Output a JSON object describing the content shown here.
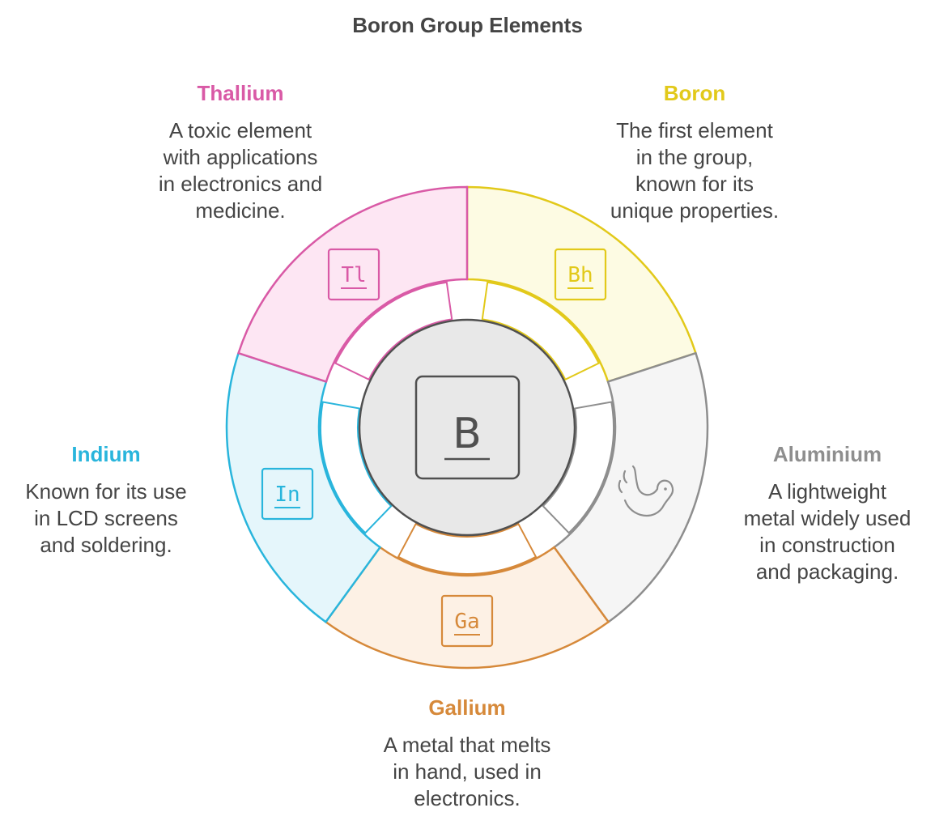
{
  "title": "Boron Group Elements",
  "center": {
    "symbol": "B",
    "color": "#505050"
  },
  "segments": [
    {
      "key": "boron",
      "title": "Boron",
      "description_lines": [
        "The first element",
        "in the group,",
        "known for its",
        "unique properties."
      ],
      "symbol": "Bh",
      "color": "#e2c91a",
      "fill": "#fdfbe3",
      "icon": "element-symbol-icon"
    },
    {
      "key": "aluminium",
      "title": "Aluminium",
      "description_lines": [
        "A lightweight",
        "metal widely used",
        "in construction",
        "and packaging."
      ],
      "symbol": "",
      "color": "#8e8e8e",
      "fill": "#f5f5f5",
      "icon": "bird-icon"
    },
    {
      "key": "gallium",
      "title": "Gallium",
      "description_lines": [
        "A metal that melts",
        "in hand, used in",
        "electronics."
      ],
      "symbol": "Ga",
      "color": "#d6893a",
      "fill": "#fdf1e5",
      "icon": "element-symbol-icon"
    },
    {
      "key": "indium",
      "title": "Indium",
      "description_lines": [
        "Known for its use",
        "in LCD screens",
        "and soldering."
      ],
      "symbol": "In",
      "color": "#29b5dc",
      "fill": "#e5f6fb",
      "icon": "element-symbol-icon"
    },
    {
      "key": "thallium",
      "title": "Thallium",
      "description_lines": [
        "A toxic element",
        "with applications",
        "in electronics and",
        "medicine."
      ],
      "symbol": "Tl",
      "color": "#d95aa6",
      "fill": "#fde6f3",
      "icon": "element-symbol-icon"
    }
  ]
}
